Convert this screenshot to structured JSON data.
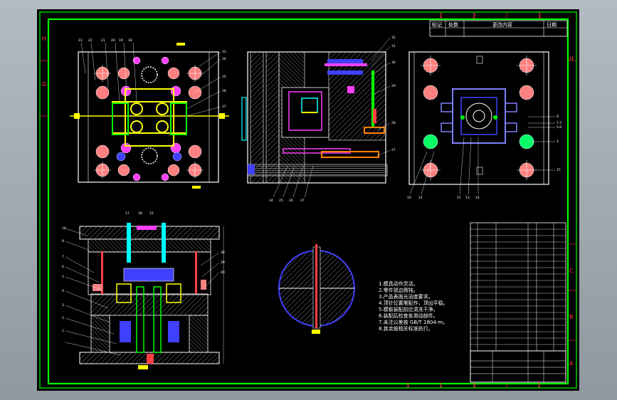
{
  "zones": {
    "top": [
      "1",
      "2",
      "1"
    ],
    "bottom": [
      "3",
      "1",
      "2",
      "1"
    ],
    "left": [
      "H",
      "G"
    ],
    "right": [
      "H",
      "C",
      "B",
      "A"
    ]
  },
  "revision_table": {
    "headers": [
      "标记",
      "处数",
      "更改内容",
      "日期"
    ]
  },
  "technical_notes": [
    "1.模具动作灵活。",
    "2.零件锐边倒钝。",
    "3.产品表面光洁度要求。",
    "4.顶针位置需配作，顶出平稳。",
    "5.模板装配前应清洗干净。",
    "6.装配后检查各滑动部件。",
    "7.未注公差按 GB/T 1804-m。",
    "8.其余按相关标准执行。"
  ],
  "colors": {
    "frame": "#00ff00",
    "lines": "#ffffff",
    "yellow": "#ffff00",
    "magenta": "#ff40ff",
    "blue": "#4040ff",
    "red": "#ff4040",
    "cyan": "#00ffff",
    "hatch": "#808080"
  }
}
